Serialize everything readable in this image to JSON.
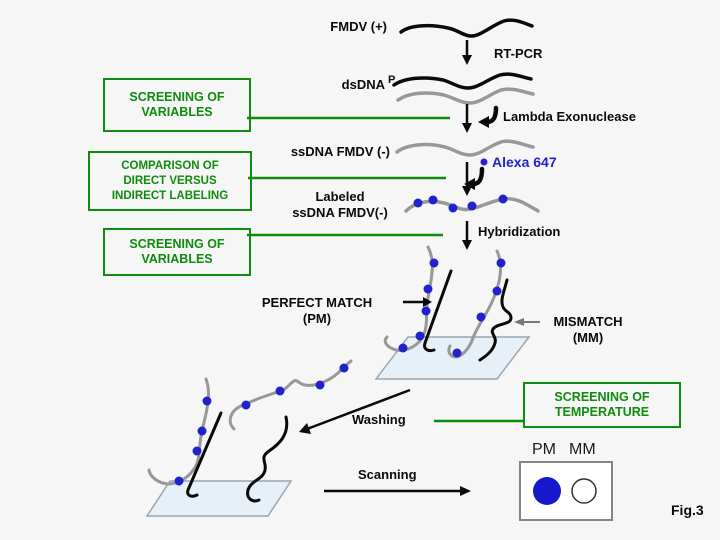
{
  "slide": {
    "caption": "Fig.3",
    "colors": {
      "callout_green": "#0e8c0e",
      "label_blue": "#2121cc",
      "dot_blue": "#2222cc",
      "strand_gray": "#989898",
      "strand_black": "#0a0a0a",
      "slide_fill": "#e7eff7"
    },
    "flow": {
      "fmdv": "FMDV (+)",
      "rtpcr": "RT-PCR",
      "dsdna": "dsDNA",
      "phosphate": "P",
      "lambda": "Lambda Exonuclease",
      "ssdna": "ssDNA FMDV (-)",
      "alexa": "Alexa 647",
      "labeled_line1": "Labeled",
      "labeled_line2": "ssDNA FMDV(-)",
      "hybridization": "Hybridization",
      "washing": "Washing",
      "scanning": "Scanning"
    },
    "callouts": {
      "variables1": {
        "line1": "SCREENING OF",
        "line2": "VARIABLES"
      },
      "comparison": {
        "line1": "COMPARISON OF",
        "line2": "DIRECT VERSUS",
        "line3": "INDIRECT LABELING"
      },
      "variables2": {
        "line1": "SCREENING OF",
        "line2": "VARIABLES"
      },
      "temperature": {
        "line1": "SCREENING OF",
        "line2": "TEMPERATURE"
      }
    },
    "microarray": {
      "perfect_match": "PERFECT MATCH",
      "pm_abbr": "(PM)",
      "mismatch": "MISMATCH",
      "mm_abbr": "(MM)"
    },
    "result": {
      "pm": "PM",
      "mm": "MM"
    }
  }
}
